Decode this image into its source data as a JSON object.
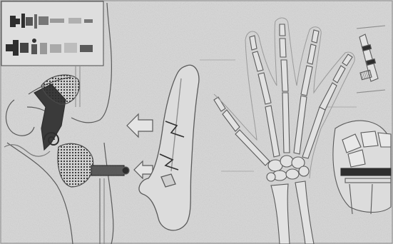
{
  "image": {
    "description_tags": [
      "anatomy-illustration",
      "ear",
      "bone",
      "hand-skeleton",
      "grayscale",
      "halftone"
    ],
    "colors": {
      "paper": "#d6d6d6",
      "paper_light": "#e4e4e4",
      "ink": "#6b6b6b",
      "ink_dark": "#2e2e2e",
      "ink_light": "#a8a8a8",
      "bone_fill": "#cfcfcf"
    }
  },
  "labels": {
    "illegible_blocks": [
      {
        "id": "bone-callout",
        "text": ""
      },
      {
        "id": "hand-callout-right",
        "text": ""
      },
      {
        "id": "hand-callout-lower",
        "text": ""
      }
    ]
  }
}
